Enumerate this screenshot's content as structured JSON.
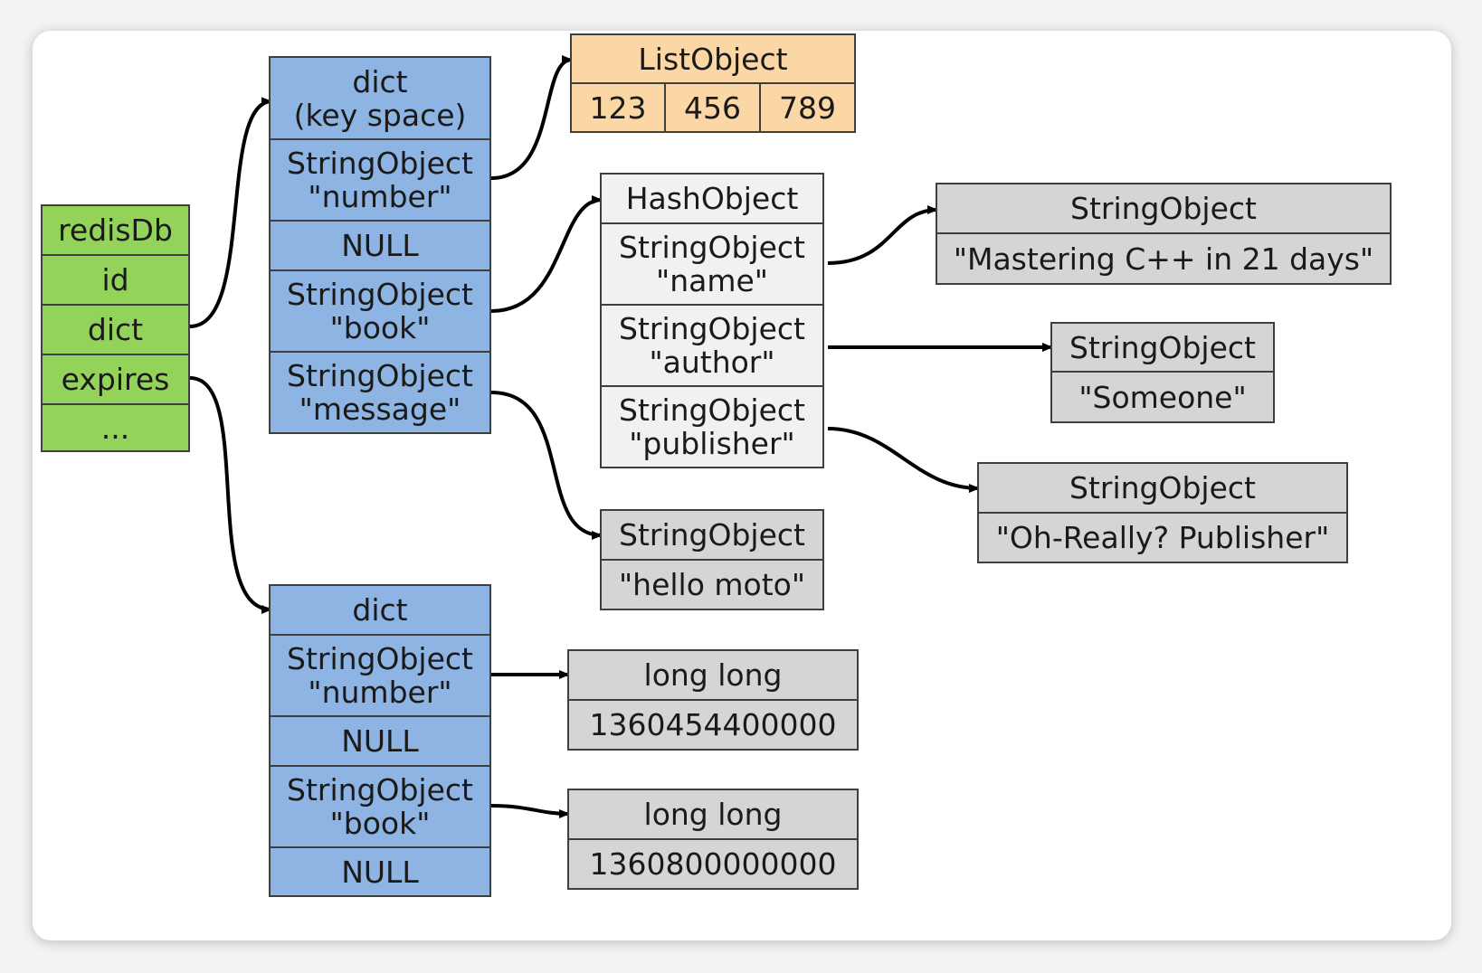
{
  "redis_db": {
    "title": "redisDb",
    "fields": [
      "id",
      "dict",
      "expires",
      "..."
    ]
  },
  "keyspace_dict": {
    "title_line1": "dict",
    "title_line2": "(key space)",
    "entries": [
      {
        "line1": "StringObject",
        "line2": "\"number\""
      },
      {
        "line1": "NULL"
      },
      {
        "line1": "StringObject",
        "line2": "\"book\""
      },
      {
        "line1": "StringObject",
        "line2": "\"message\""
      }
    ]
  },
  "expires_dict": {
    "title": "dict",
    "entries": [
      {
        "line1": "StringObject",
        "line2": "\"number\""
      },
      {
        "line1": "NULL"
      },
      {
        "line1": "StringObject",
        "line2": "\"book\""
      },
      {
        "line1": "NULL"
      }
    ]
  },
  "list_object": {
    "title": "ListObject",
    "items": [
      "123",
      "456",
      "789"
    ]
  },
  "hash_object": {
    "title": "HashObject",
    "entries": [
      {
        "line1": "StringObject",
        "line2": "\"name\""
      },
      {
        "line1": "StringObject",
        "line2": "\"author\""
      },
      {
        "line1": "StringObject",
        "line2": "\"publisher\""
      }
    ]
  },
  "message_value": {
    "title": "StringObject",
    "value": "\"hello moto\""
  },
  "name_value": {
    "title": "StringObject",
    "value": "\"Mastering C++ in 21 days\""
  },
  "author_value": {
    "title": "StringObject",
    "value": "\"Someone\""
  },
  "publisher_value": {
    "title": "StringObject",
    "value": "\"Oh-Really? Publisher\""
  },
  "number_expire": {
    "title": "long long",
    "value": "1360454400000"
  },
  "book_expire": {
    "title": "long long",
    "value": "1360800000000"
  },
  "colors": {
    "redis_db": "#94d35a",
    "dict": "#8db4e2",
    "list_object": "#fad7a4",
    "hash_object": "#f1f1f1",
    "string_value": "#d5d5d5",
    "border": "#3f3f3f",
    "edge": "#000000"
  }
}
